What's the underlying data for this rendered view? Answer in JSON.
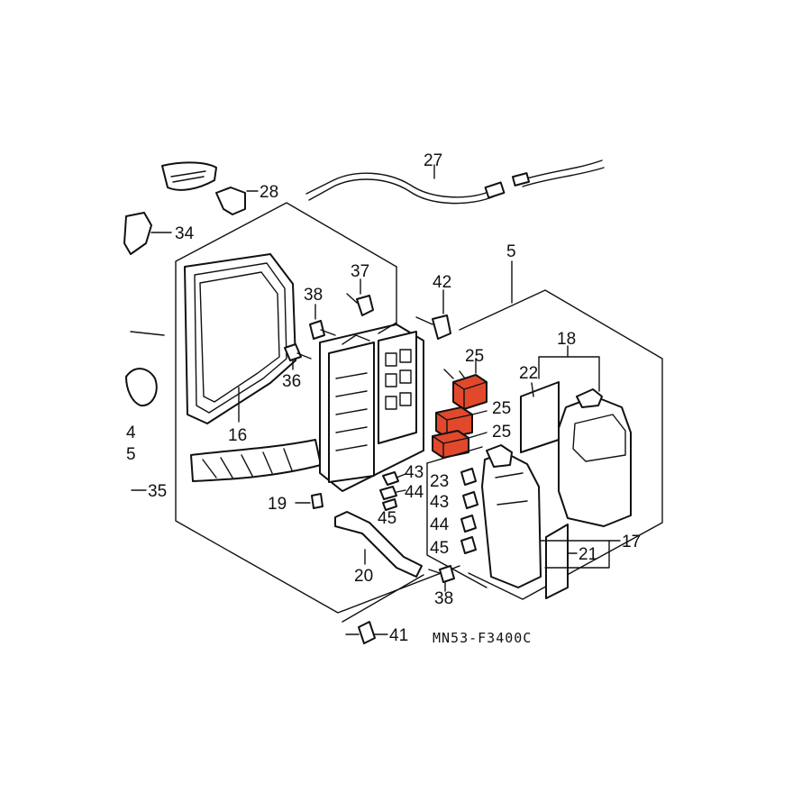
{
  "diagram": {
    "code": "MN53-F3400C",
    "highlight_color": "#e2492c",
    "callouts": {
      "p27": "27",
      "p28": "28",
      "p34": "34",
      "p4": "4",
      "p5_left": "5",
      "p35": "35",
      "p16": "16",
      "p38_top": "38",
      "p37": "37",
      "p36": "36",
      "p42": "42",
      "p5": "5",
      "p18": "18",
      "p22": "22",
      "p25_a": "25",
      "p25_b": "25",
      "p25_c": "25",
      "p43_a": "43",
      "p44_a": "44",
      "p45_a": "45",
      "p23": "23",
      "p43_b": "43",
      "p44_b": "44",
      "p45_b": "45",
      "p19": "19",
      "p20": "20",
      "p38_bottom": "38",
      "p41": "41",
      "p21": "21",
      "p17": "17"
    }
  }
}
